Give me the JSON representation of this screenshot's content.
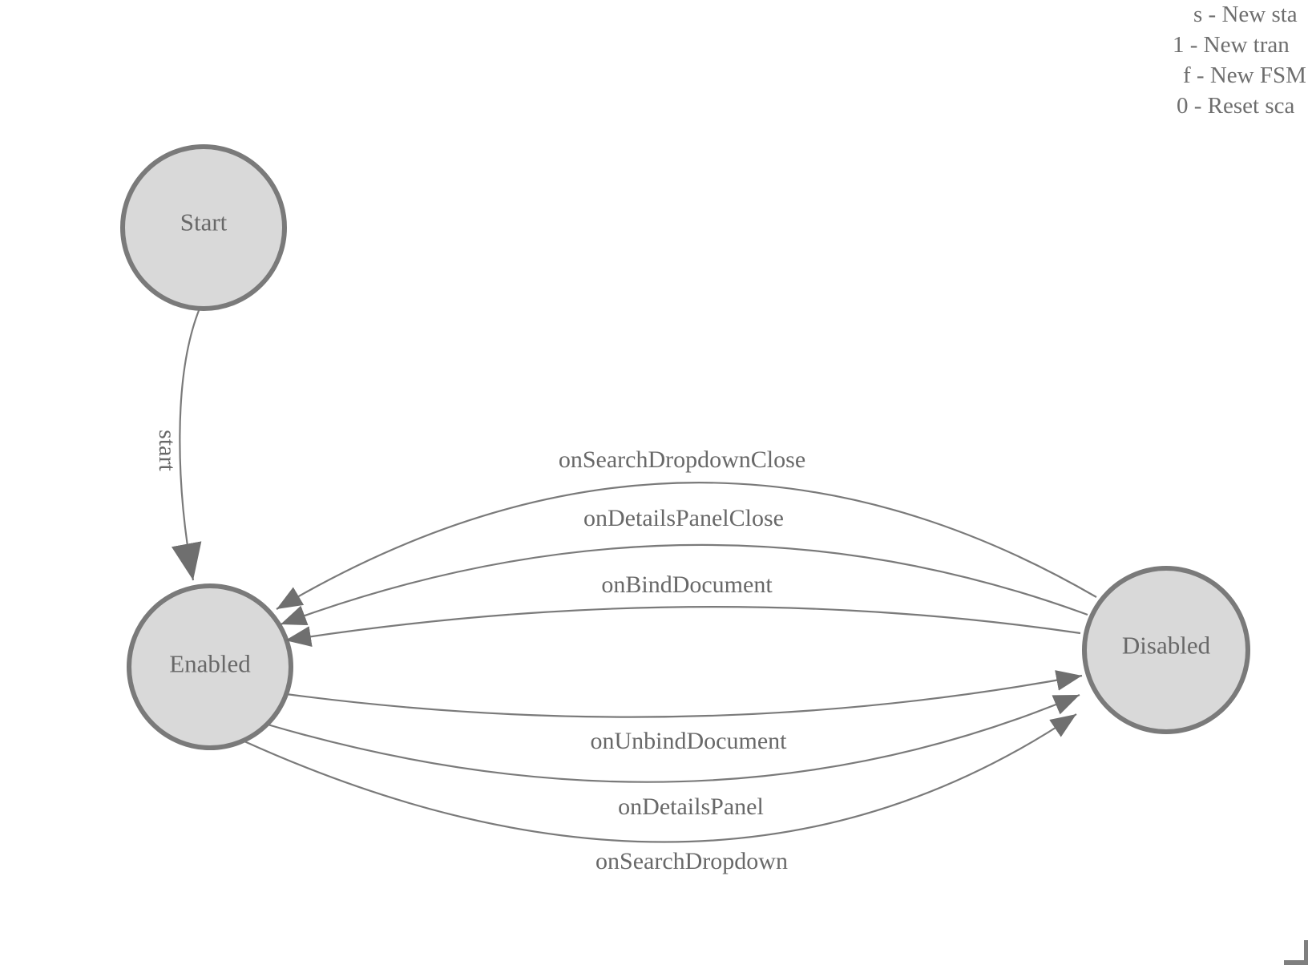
{
  "legend": {
    "lines": [
      {
        "text": "s - New sta"
      },
      {
        "text": "1 - New tran"
      },
      {
        "text": "f - New FSM"
      },
      {
        "text": "0 - Reset sca"
      }
    ]
  },
  "diagram": {
    "states": [
      {
        "label": "Start"
      },
      {
        "label": "Enabled"
      },
      {
        "label": "Disabled"
      }
    ],
    "edges": [
      {
        "label": "start",
        "from": "Start",
        "to": "Enabled"
      },
      {
        "label": "onSearchDropdownClose",
        "from": "Disabled",
        "to": "Enabled"
      },
      {
        "label": "onDetailsPanelClose",
        "from": "Disabled",
        "to": "Enabled"
      },
      {
        "label": "onBindDocument",
        "from": "Disabled",
        "to": "Enabled"
      },
      {
        "label": "onUnbindDocument",
        "from": "Enabled",
        "to": "Disabled"
      },
      {
        "label": "onDetailsPanel",
        "from": "Enabled",
        "to": "Disabled"
      },
      {
        "label": "onSearchDropdown",
        "from": "Enabled",
        "to": "Disabled"
      }
    ]
  },
  "colors": {
    "state_fill": "#d9d9d9",
    "state_stroke": "#7a7a7a",
    "edge_color": "#7a7a7a",
    "arrow_color": "#6f6f6f",
    "text_color": "#686868",
    "legend_color": "#6e6e6e"
  }
}
